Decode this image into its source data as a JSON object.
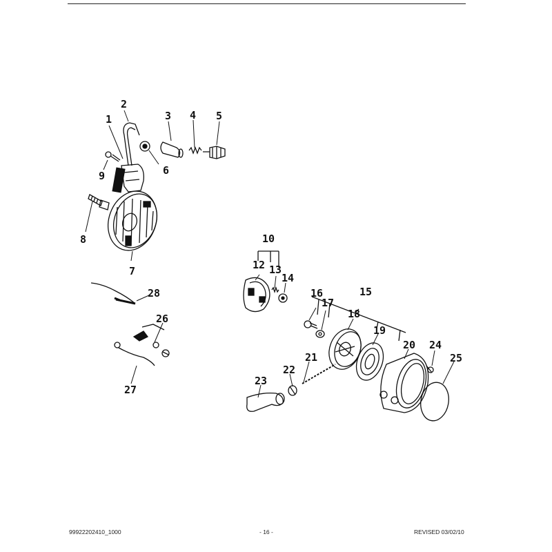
{
  "callouts": [
    "1",
    "2",
    "3",
    "4",
    "5",
    "6",
    "7",
    "8",
    "9",
    "10",
    "12",
    "13",
    "14",
    "15",
    "16",
    "17",
    "18",
    "19",
    "20",
    "21",
    "22",
    "23",
    "24",
    "25",
    "26",
    "27",
    "28"
  ],
  "footer": {
    "part_number": "99922202410_1000",
    "page": "- 16 -",
    "revised": "REVISED 03/02/10"
  },
  "colors": {
    "ink": "#111111",
    "paper": "#ffffff"
  }
}
